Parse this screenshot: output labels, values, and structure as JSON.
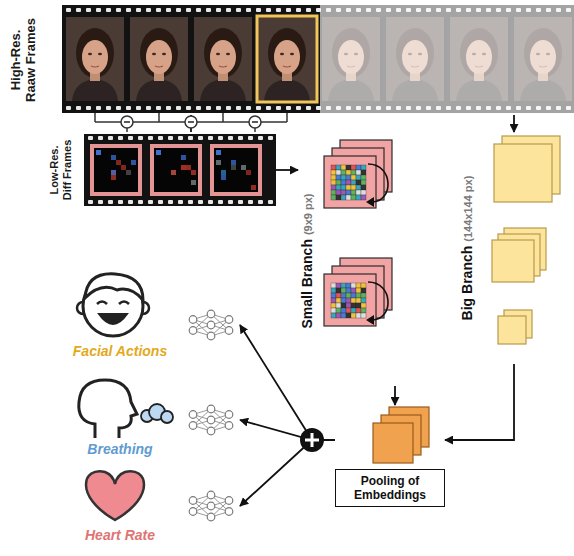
{
  "diagram": {
    "nodes": [
      {
        "text": [
          "High-Res. Raaw Frames"
        ]
      },
      {
        "text": [
          "Low-Res. Diff Frames"
        ]
      },
      {
        "text": [
          "Small Branch",
          "(9x9 px)"
        ]
      },
      {
        "text": [
          "Big Branch",
          "(144x144 px)"
        ]
      },
      {
        "text": [
          "Pooling of Embeddings"
        ]
      },
      {
        "text": [
          "Facial Actions"
        ]
      },
      {
        "text": [
          "Breathing"
        ]
      },
      {
        "text": [
          "Heart Rate"
        ]
      }
    ],
    "edges": [
      {
        "from": 0,
        "to": 1,
        "arrow": "none"
      },
      {
        "from": 0,
        "to": 3,
        "arrow": "to"
      },
      {
        "from": 1,
        "to": 2,
        "arrow": "to"
      },
      {
        "from": 2,
        "to": 4,
        "arrow": "to"
      },
      {
        "from": 3,
        "to": 4,
        "arrow": "to"
      },
      {
        "from": 4,
        "to": 5,
        "arrow": "to"
      },
      {
        "from": 4,
        "to": 6,
        "arrow": "to"
      },
      {
        "from": 4,
        "to": 7,
        "arrow": "to"
      }
    ]
  }
}
